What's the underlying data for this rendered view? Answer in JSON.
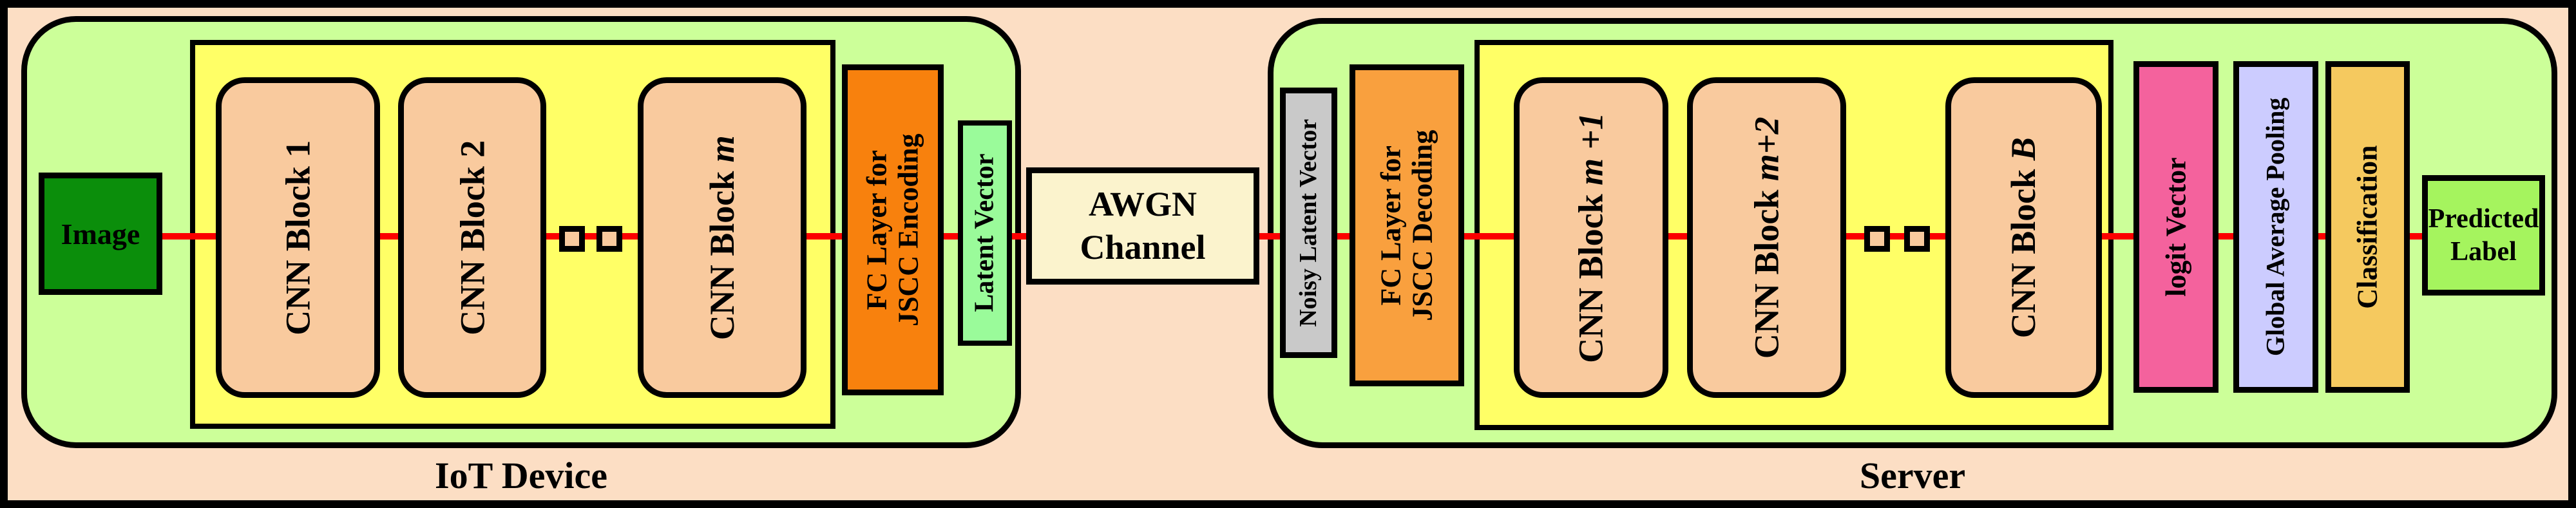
{
  "figure": {
    "type": "system-architecture-diagram",
    "description": "Split DNN inference over an AWGN channel with joint source-channel coding"
  },
  "colors": {
    "frame": "#000000",
    "background": "#FCDEC4",
    "device_container": "#CCFF99",
    "cnn_panel": "#FFFF66",
    "cnn_block": "#F9CA9E",
    "image_box": "#0B8E0B",
    "fc_encoding": "#F8810D",
    "fc_decoding": "#F9A03E",
    "latent_vector": "#9AFB9A",
    "awgn_channel": "#FBF3CD",
    "noisy_latent_vector": "#C9C9C9",
    "logit_vector": "#F4629D",
    "global_average_pooling": "#CCCCFF",
    "classification": "#F5C95F",
    "predicted_label": "#A5F45E",
    "signal_line": "#FB0000"
  },
  "iot": {
    "label": "IoT Device",
    "image_box": "Image",
    "cnn_blocks": [
      {
        "pre": "CNN Block ",
        "it": "",
        "post": "1"
      },
      {
        "pre": "CNN Block ",
        "it": "",
        "post": "2"
      },
      {
        "pre": "CNN Block ",
        "it": "m",
        "post": ""
      }
    ],
    "fc": {
      "line1": "FC Layer for",
      "line2": "JSCC Encoding"
    },
    "latent": "Latent Vector"
  },
  "channel": {
    "line1": "AWGN",
    "line2": "Channel"
  },
  "server": {
    "label": "Server",
    "noisy_latent": "Noisy Latent Vector",
    "fc": {
      "line1": "FC Layer for",
      "line2": "JSCC Decoding"
    },
    "cnn_blocks": [
      {
        "pre": "CNN Block ",
        "it": "m +1",
        "post": ""
      },
      {
        "pre": "CNN Block ",
        "it": "m+2",
        "post": ""
      },
      {
        "pre": "CNN Block ",
        "it": "B",
        "post": ""
      }
    ],
    "logit": "logit Vector",
    "gap": "Global Average Pooling",
    "classification": "Classification",
    "predicted": {
      "line1": "Predicted",
      "line2": "Label"
    }
  }
}
